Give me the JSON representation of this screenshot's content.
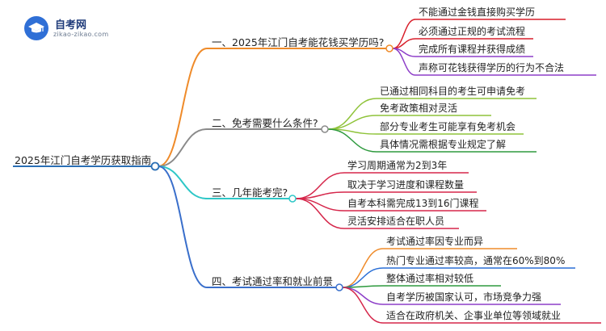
{
  "logo": {
    "name": "自考网",
    "domain": "zikao-zikao.com"
  },
  "colors": {
    "root": "#2a6fb5",
    "branches": [
      "#ef8b2a",
      "#8a8a8a",
      "#2ec7c7",
      "#3a6fcb"
    ],
    "leaves": [
      [
        "#d81e2a",
        "#d81e2a",
        "#8d3ec8",
        "#8d3ec8"
      ],
      [
        "#8fc33a",
        "#8fc33a",
        "#8fc33a",
        "#2e9a3e"
      ],
      [
        "#d5264a",
        "#d5264a",
        "#d5264a",
        "#d5264a"
      ],
      [
        "#ef8b2a",
        "#2a6fd6",
        "#2e9a3e",
        "#8d3ec8",
        "#d5264a"
      ]
    ]
  },
  "mindmap": {
    "root": "2025年江门自考学历获取指南",
    "branches": [
      {
        "label": "一、2025年江门自考能花钱买学历吗?",
        "children": [
          "不能通过金钱直接购买学历",
          "必须通过正规的考试流程",
          "完成所有课程并获得成绩",
          "声称可花钱获得学历的行为不合法"
        ]
      },
      {
        "label": "二、免考需要什么条件?",
        "children": [
          "已通过相同科目的考生可申请免考",
          "免考政策相对灵活",
          "部分专业考生可能享有免考机会",
          "具体情况需根据专业规定了解"
        ]
      },
      {
        "label": "三、几年能考完?",
        "children": [
          "学习周期通常为2到3年",
          "取决于学习进度和课程数量",
          "自考本科需完成13到16门课程",
          "灵活安排适合在职人员"
        ]
      },
      {
        "label": "四、考试通过率和就业前景",
        "children": [
          "考试通过率因专业而异",
          "热门专业通过率较高，通常在60%到80%",
          "整体通过率相对较低",
          "自考学历被国家认可，市场竞争力强",
          "适合在政府机关、企事业单位等领域就业"
        ]
      }
    ]
  }
}
